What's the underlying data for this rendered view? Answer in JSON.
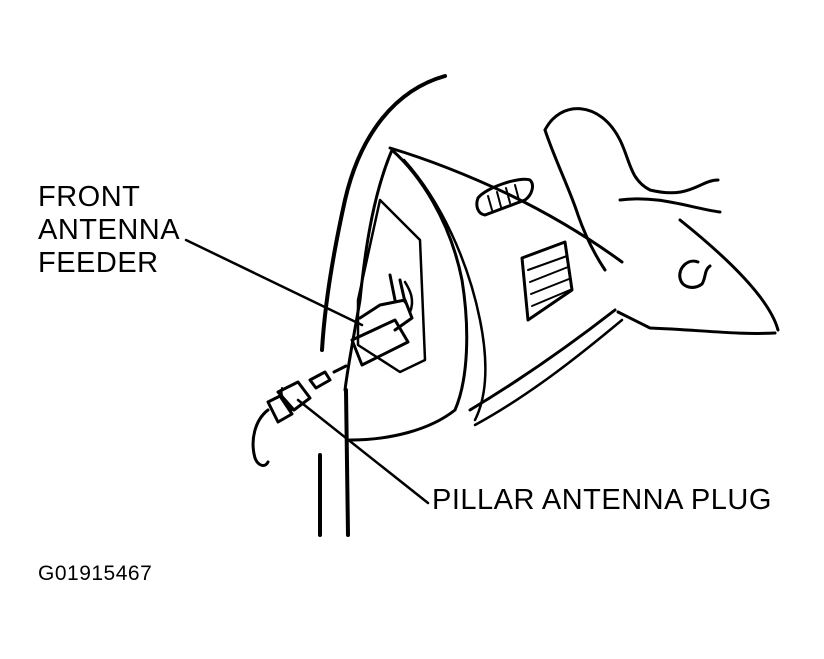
{
  "labels": {
    "front_antenna_feeder": [
      "FRONT",
      "ANTENNA",
      "FEEDER"
    ],
    "pillar_antenna_plug": "PILLAR ANTENNA PLUG"
  },
  "figure_id": "G01915467",
  "colors": {
    "ink": "#000000",
    "paper": "#ffffff"
  }
}
